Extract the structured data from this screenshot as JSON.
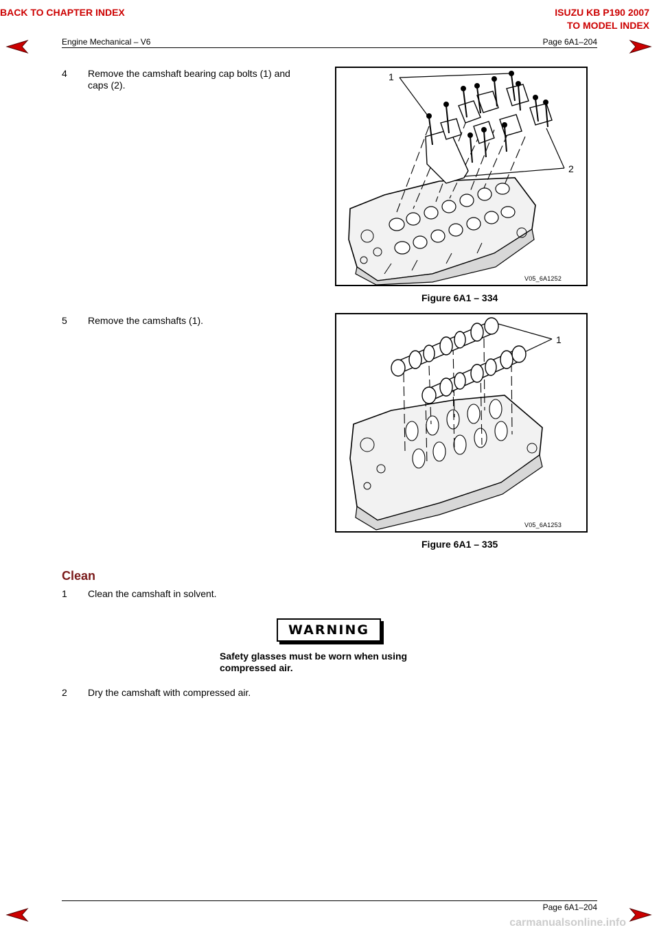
{
  "nav": {
    "back_chapter": "BACK TO CHAPTER INDEX",
    "model_line1": "ISUZU KB P190 2007",
    "model_line2": "TO MODEL INDEX",
    "arrow_color": "#cc0000"
  },
  "header": {
    "section": "Engine Mechanical – V6",
    "page": "Page 6A1–204"
  },
  "steps_remove": [
    {
      "num": "4",
      "line1": "Remove the camshaft bearing cap bolts (1) and",
      "line2": "caps (2)."
    },
    {
      "num": "5",
      "line1": "Remove the camshafts (1)."
    }
  ],
  "figures": [
    {
      "caption": "Figure 6A1 – 334",
      "id": "V05_6A1252",
      "callouts": [
        "1",
        "2"
      ]
    },
    {
      "caption": "Figure 6A1 – 335",
      "id": "V05_6A1253",
      "callouts": [
        "1"
      ]
    }
  ],
  "clean": {
    "title": "Clean",
    "step1_num": "1",
    "step1": "Clean the camshaft in solvent.",
    "warning_label": "WARNING",
    "warning_line1": "Safety glasses must be worn when using",
    "warning_line2": "compressed air.",
    "step2_num": "2",
    "step2": "Dry the camshaft with compressed air."
  },
  "footer": {
    "page": "Page 6A1–204",
    "watermark": "carmanualsonline.info"
  }
}
